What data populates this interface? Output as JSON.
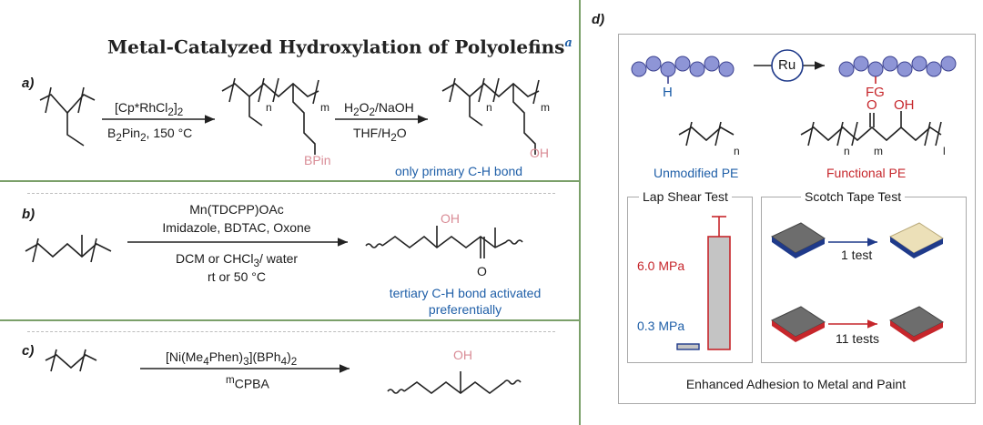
{
  "title": "Metal-Catalyzed Hydroxylation of Polyolefins",
  "title_footnote": "a",
  "panel_a": {
    "label": "a)",
    "reagent_top": "[Cp*RhCl2]2",
    "reagent_bottom": "B2Pin2, 150 °C",
    "reagent2_top": "H2O2/NaOH",
    "reagent2_bottom": "THF/H2O",
    "n1": "n",
    "m1": "m",
    "n2": "n",
    "m2": "m",
    "bpin": "BPin",
    "oh": "OH",
    "note": "only primary C-H bond"
  },
  "panel_b": {
    "label": "b)",
    "reagent_lines": [
      "Mn(TDCPP)OAc",
      "Imidazole, BDTAC, Oxone"
    ],
    "conditions_lines": [
      "DCM or CHCl3/ water",
      "rt or 50 °C"
    ],
    "oh": "OH",
    "o": "O",
    "note_lines": [
      "tertiary C-H bond activated",
      "preferentially"
    ]
  },
  "panel_c": {
    "label": "c)",
    "reagent_top": "[Ni(Me4Phen)3](BPh4)2",
    "reagent_bottom": "mCPBA",
    "oh": "OH"
  },
  "panel_d": {
    "label": "d)",
    "ru": "Ru",
    "h": "H",
    "fg": "FG",
    "o": "O",
    "oh": "OH",
    "n_unmod": "n",
    "n_func": "n",
    "m_func": "m",
    "l_func": "l",
    "unmodified": "Unmodified PE",
    "functional": "Functional PE",
    "lap_shear_title": "Lap Shear Test",
    "lap_high": "6.0 MPa",
    "lap_low": "0.3 MPa",
    "scotch_title": "Scotch Tape Test",
    "test1": "1 test",
    "test11": "11 tests",
    "footer": "Enhanced Adhesion to Metal and Paint"
  },
  "colors": {
    "divider": "#7ba06a",
    "accent_blue": "#1f5fa8",
    "accent_red": "#c6262b",
    "bead": "#8e95d6",
    "bar_fill": "#c4c4c4"
  }
}
